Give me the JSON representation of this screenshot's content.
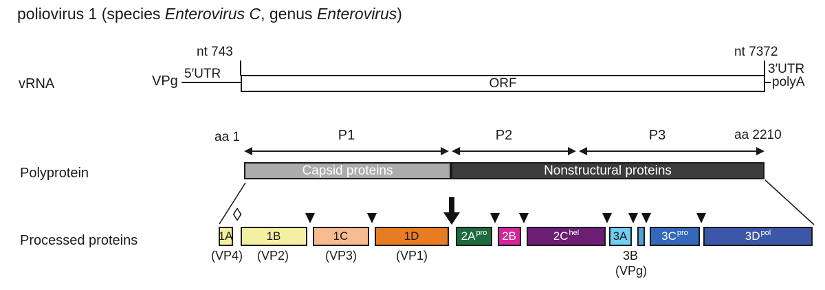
{
  "title": {
    "prefix": "poliovirus 1 (species ",
    "species_italic": "Enterovirus C",
    "middle": ", genus ",
    "genus_italic": "Enterovirus",
    "suffix": ")"
  },
  "row_labels": {
    "vrna": "vRNA",
    "polyprotein": "Polyprotein",
    "processed": "Processed proteins"
  },
  "vrna": {
    "vpg_label": "VPg",
    "utr5_label": "5′UTR",
    "nt_start": "nt 743",
    "orf_label": "ORF",
    "nt_end": "nt 7372",
    "utr3_label": "3′UTR",
    "polya_label": "polyA"
  },
  "polyprotein": {
    "aa_start": "aa 1",
    "aa_end": "aa 2210",
    "regions": [
      {
        "label": "P1"
      },
      {
        "label": "P2"
      },
      {
        "label": "P3"
      }
    ],
    "capsid": {
      "label": "Capsid proteins",
      "color": "#ACACAC"
    },
    "nonstructural": {
      "label": "Nonstructural proteins",
      "color": "#3C3C3C"
    }
  },
  "processed": {
    "boxes": [
      {
        "label": "1A",
        "sup": "",
        "sub": "(VP4)",
        "color": "#F4F0A1",
        "text_color": "#1a1a1a"
      },
      {
        "label": "1B",
        "sup": "",
        "sub": "(VP2)",
        "color": "#F4F0A1",
        "text_color": "#1a1a1a"
      },
      {
        "label": "1C",
        "sup": "",
        "sub": "(VP3)",
        "color": "#F6BC90",
        "text_color": "#1a1a1a"
      },
      {
        "label": "1D",
        "sup": "",
        "sub": "(VP1)",
        "color": "#E87C22",
        "text_color": "#1a1a1a"
      },
      {
        "label": "2A",
        "sup": "pro",
        "sub": "",
        "color": "#1C6B3C",
        "text_color": "#ffffff"
      },
      {
        "label": "2B",
        "sup": "",
        "sub": "",
        "color": "#D4249E",
        "text_color": "#ffffff"
      },
      {
        "label": "2C",
        "sup": "hel",
        "sub": "",
        "color": "#6B1E74",
        "text_color": "#ffffff"
      },
      {
        "label": "3A",
        "sup": "",
        "sub": "",
        "color": "#70CFF5",
        "text_color": "#1a1a1a"
      },
      {
        "label": "",
        "sup": "",
        "sub": "",
        "color": "#54A2DB",
        "text_color": "#1a1a1a"
      },
      {
        "label": "3C",
        "sup": "pro",
        "sub": "",
        "color": "#3568BB",
        "text_color": "#ffffff"
      },
      {
        "label": "3D",
        "sup": "pol",
        "sub": "",
        "color": "#3C57A8",
        "text_color": "#ffffff"
      }
    ],
    "vpg_sub_line1": "3B",
    "vpg_sub_line2": "(VPg)"
  },
  "icons": {
    "diamond_glyph": "◊"
  }
}
